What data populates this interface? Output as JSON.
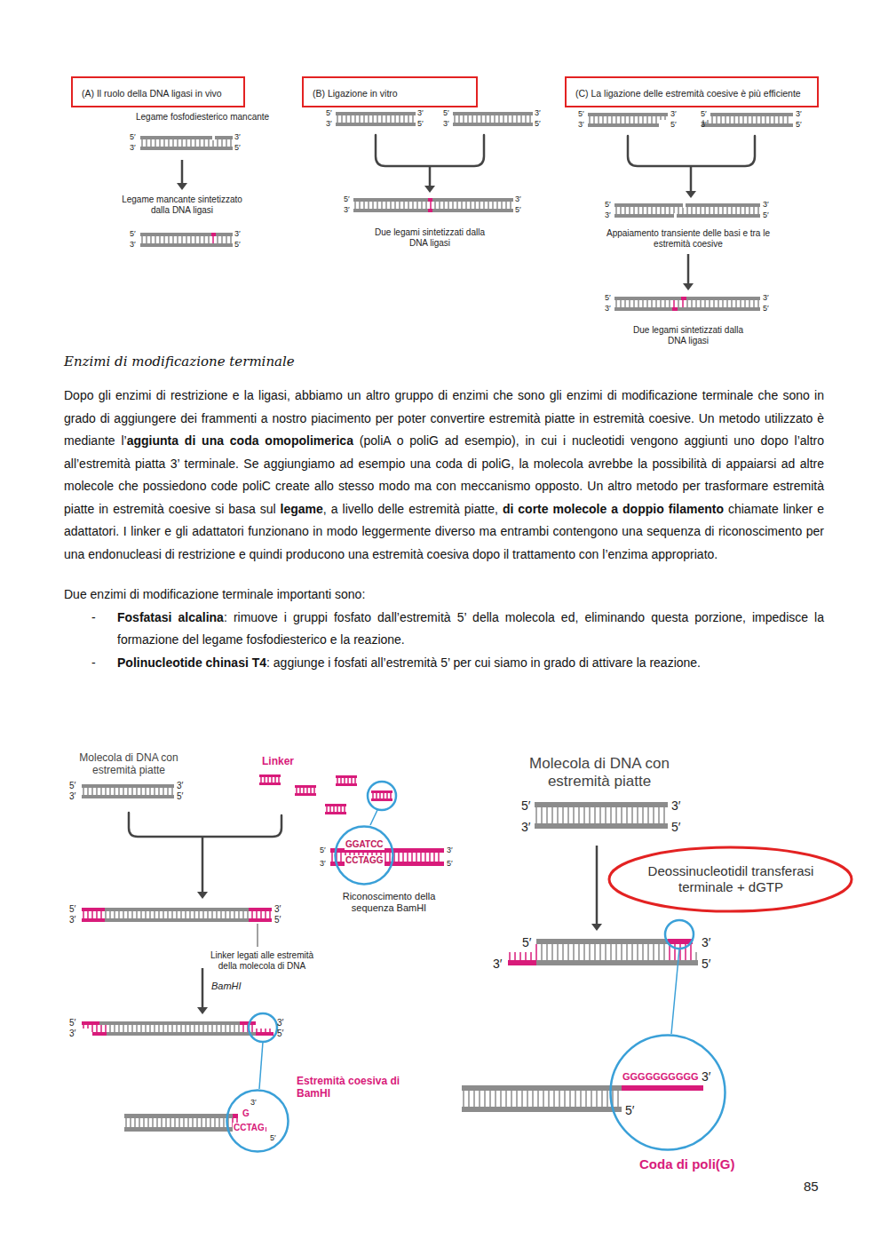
{
  "diagram": {
    "nodes": [
      {
        "text": [
          "(A) Il ruolo della DNA ligasi in vivo"
        ]
      },
      {
        "text": [
          "(B) Ligazione in vitro"
        ]
      },
      {
        "text": [
          "(C) La ligazione delle estremità coesive è più efficiente"
        ]
      },
      {
        "text": [
          "GGATCC",
          "CCTAGG"
        ]
      },
      {
        "text": [
          "3′",
          "G",
          "CCTAG",
          "5′"
        ]
      },
      {
        "text": [
          "Deossinucleotidil transferasi terminale + dGTP"
        ]
      },
      {
        "text": [
          "GGGGGGGGGG",
          "3′",
          "5′"
        ]
      }
    ],
    "labels": [
      "Legame fosfodiesterico mancante",
      "5′",
      "3′",
      "3′",
      "5′",
      "Legame mancante sintetizzato dalla DNA ligasi",
      "5′",
      "3′",
      "3′",
      "5′",
      "5′",
      "3′",
      "3′",
      "5′",
      "5′",
      "3′",
      "3′",
      "5′",
      "5′",
      "3′",
      "3′",
      "5′",
      "Due legami sintetizzati dalla DNA ligasi",
      "5′",
      "3′",
      "3′",
      "5′",
      "5′",
      "3′",
      "3′",
      "5′",
      "5′",
      "3′",
      "3′",
      "5′",
      "Appaiamento transiente delle basi e tra le estremità coesive",
      "5′",
      "3′",
      "3′",
      "5′",
      "Due legami sintetizzati dalla DNA ligasi",
      "Enzimi di modificazione terminale",
      "Dopo gli enzimi di restrizione e la ligasi, abbiamo un altro gruppo di enzimi che sono gli enzimi di modificazione terminale che sono in grado di aggiungere dei frammenti a nostro piacimento per poter convertire estremità piatte in estremità coesive. Un metodo utilizzato è mediante l’",
      "aggiunta di una coda omopolimerica",
      "(poliA o poliG ad esempio), in cui i nucleotidi vengono aggiunti uno dopo l’altro all’estremità piatta 3’ terminale. Se aggiungiamo ad esempio una coda di poliG, la molecola avrebbe la possibilità di appaiarsi ad altre molecole che possiedono code poliC create allo stesso modo ma con meccanismo opposto. Un altro metodo per trasformare estremità piatte in estremità coesive si basa sul",
      "legame",
      ", a livello delle estremità piatte,",
      "di corte molecole a doppio filamento",
      "chiamate linker e adattatori. I linker e gli adattatori funzionano in modo leggermente diverso ma entrambi contengono una sequenza di riconoscimento per una endonucleasi di restrizione e quindi producono una estremità coesiva dopo il trattamento con l’enzima appropriato.",
      "Due enzimi di modificazione terminale importanti sono:",
      "-",
      "Fosfatasi alcalina",
      ": rimuove i gruppi fosfato dall’estremità 5’ della molecola ed, eliminando questa porzione, impedisce la formazione del legame fosfodiesterico e la reazione.",
      "-",
      "Polinucleotide chinasi T4",
      ": aggiunge i fosfati all’estremità 5’ per cui siamo in grado di attivare la reazione.",
      "Molecola di DNA con estremità piatte",
      "5′",
      "3′",
      "3′",
      "5′",
      "Linker",
      "5′",
      "3′",
      "3′",
      "5′",
      "Riconoscimento della sequenza BamHI",
      "5′",
      "3′",
      "3′",
      "5′",
      "Linker legati alle estremità della molecola di DNA",
      "BamHI",
      "5′",
      "3′",
      "3′",
      "5′",
      "Estremità coesiva di BamHI",
      "Molecola di DNA con estremità piatte",
      "5′",
      "3′",
      "3′",
      "5′",
      "5′",
      "3′",
      "3′",
      "5′",
      "Coda di poli(G)",
      "85"
    ]
  }
}
